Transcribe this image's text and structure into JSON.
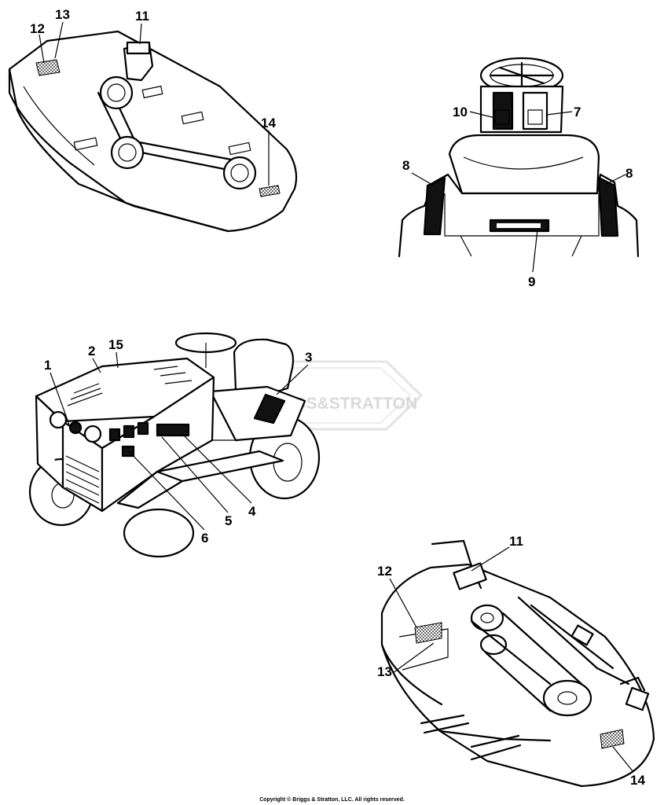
{
  "callouts": {
    "deck_top": [
      "12",
      "13",
      "11",
      "14"
    ],
    "seat_view": [
      "10",
      "7",
      "8",
      "8",
      "9"
    ],
    "tractor": [
      "1",
      "2",
      "15",
      "3",
      "6",
      "5",
      "4"
    ],
    "deck_bottom": [
      "11",
      "12",
      "13",
      "14"
    ]
  },
  "watermark": "BRIGGS&STRATTON",
  "copyright": "Copyright © Briggs & Stratton, LLC. All rights reserved."
}
